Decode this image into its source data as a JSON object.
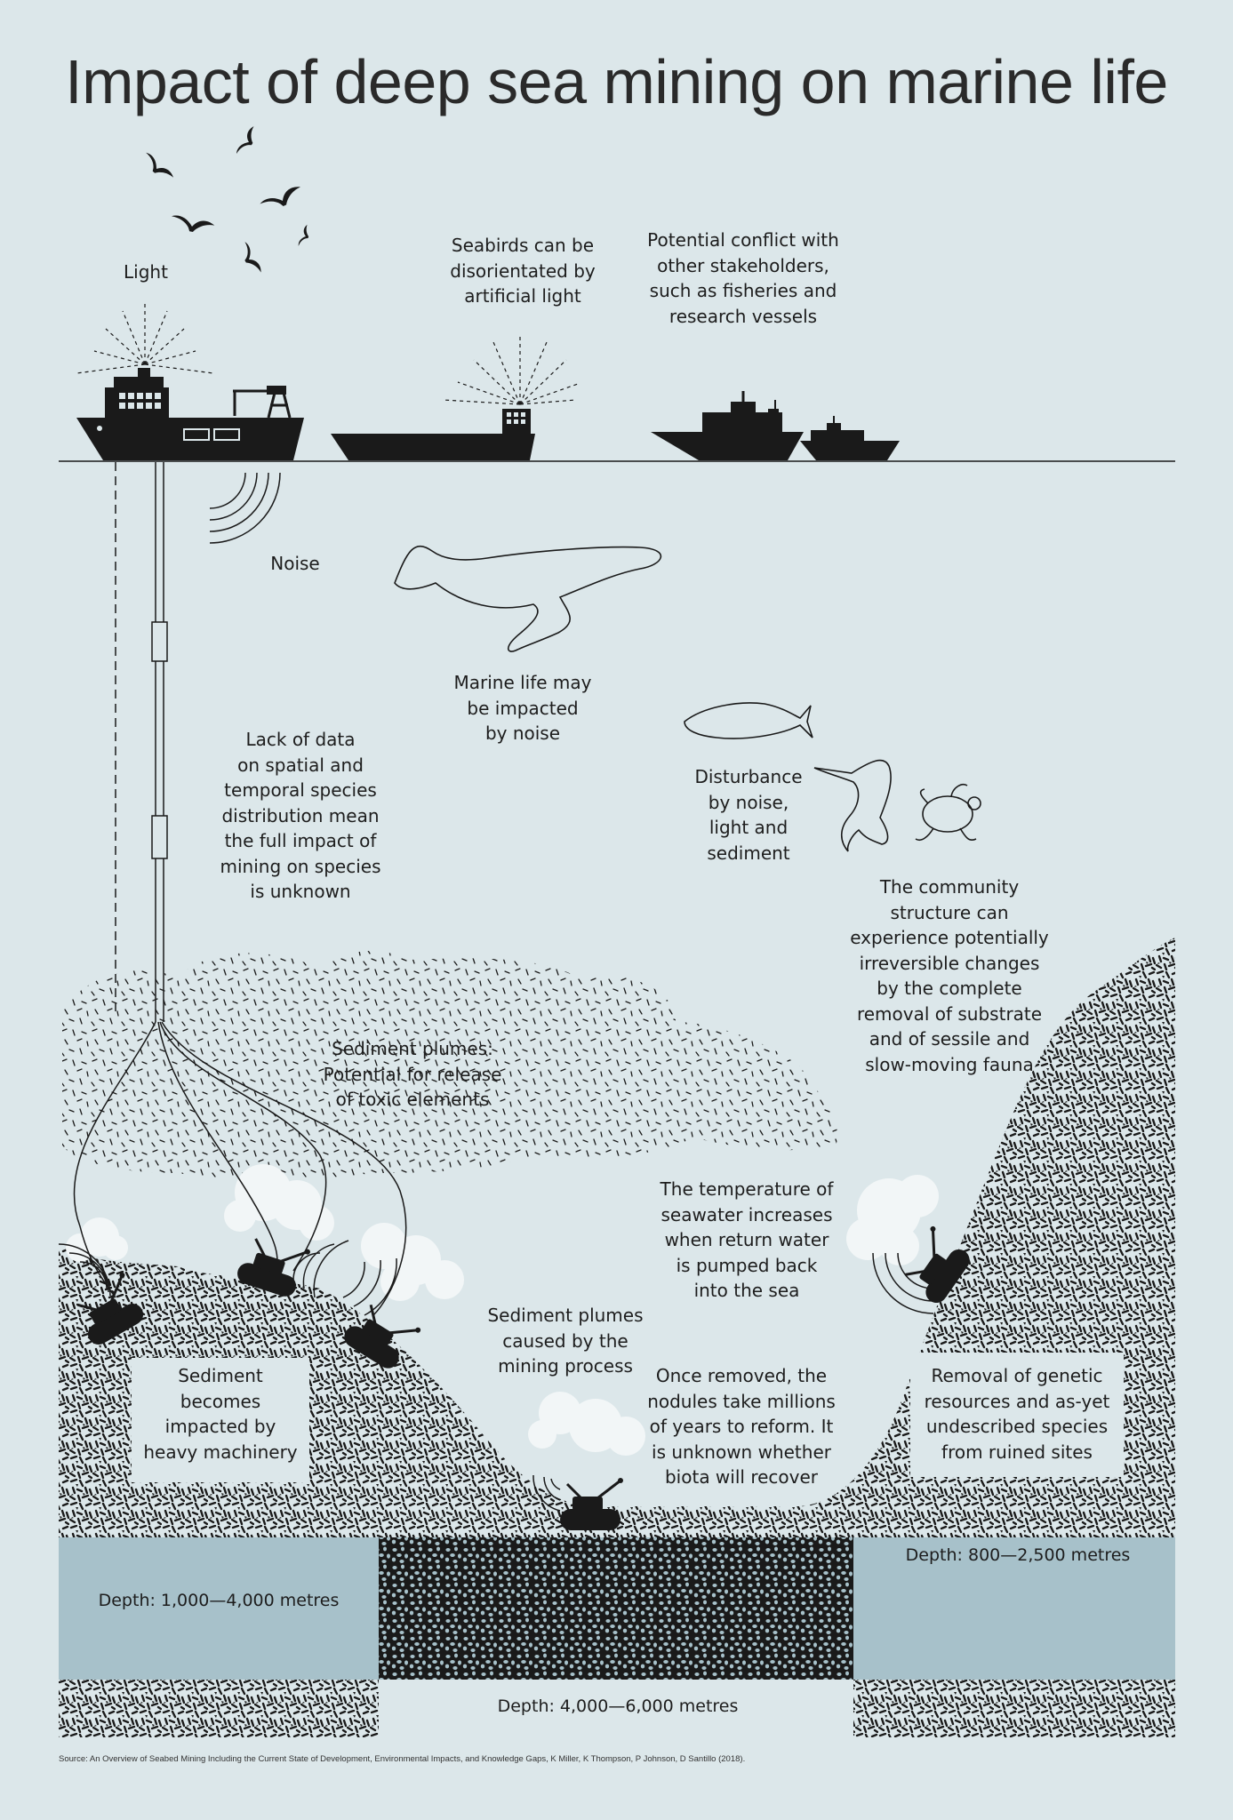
{
  "title": "Impact of deep sea mining on marine life",
  "labels": {
    "light": "Light",
    "seabirds": "Seabirds can be\ndisorientated by\nartificial light",
    "conflict": "Potential conflict with\nother stakeholders,\nsuch as fisheries and\nresearch vessels",
    "noise": "Noise",
    "marine_life": "Marine life may\nbe impacted\nby noise",
    "lack_of_data": "Lack of data\non spatial and\ntemporal species\ndistribution mean\nthe full impact of\nmining on species\nis unknown",
    "disturbance": "Disturbance\nby noise,\nlight and\nsediment",
    "community": "The community\nstructure can\nexperience potentially\nirreversible changes\nby the complete\nremoval of substrate\nand of sessile and\nslow-moving fauna",
    "plumes_toxic": "Sediment plumes:\nPotential for release\nof toxic elements",
    "temperature": "The temperature of\nseawater increases\nwhen return water\nis pumped back\ninto the sea",
    "plumes_mining": "Sediment plumes\ncaused by the\nmining process",
    "sediment_impacted": "Sediment\nbecomes\nimpacted by\nheavy machinery",
    "nodules": "Once removed, the\nnodules take millions\nof years to reform. It\nis unknown whether\nbiota will recover",
    "genetic": "Removal of genetic\nresources and as-yet\nundescribed species\nfrom ruined sites",
    "depth_left": "Depth: 1,000—4,000 metres",
    "depth_right": "Depth: 800—2,500 metres",
    "depth_center": "Depth: 4,000—6,000 metres"
  },
  "source": "Source: An Overview of Seabed Mining Including the Current State of Development, Environmental Impacts, and Knowledge Gaps, K Miller, K Thompson, P Johnson, D Santillo (2018).",
  "colors": {
    "background": "#dce7ea",
    "depth_band": "#a7c1ca",
    "ink": "#1a1a1a",
    "plume": "#f2f6f7"
  },
  "icons": [
    "birds-icon",
    "mining-ship-icon",
    "fishing-vessel-icon",
    "research-vessels-icon",
    "whale-icon",
    "tuna-icon",
    "marlin-icon",
    "turtle-icon",
    "seabed-crawler-icon"
  ]
}
